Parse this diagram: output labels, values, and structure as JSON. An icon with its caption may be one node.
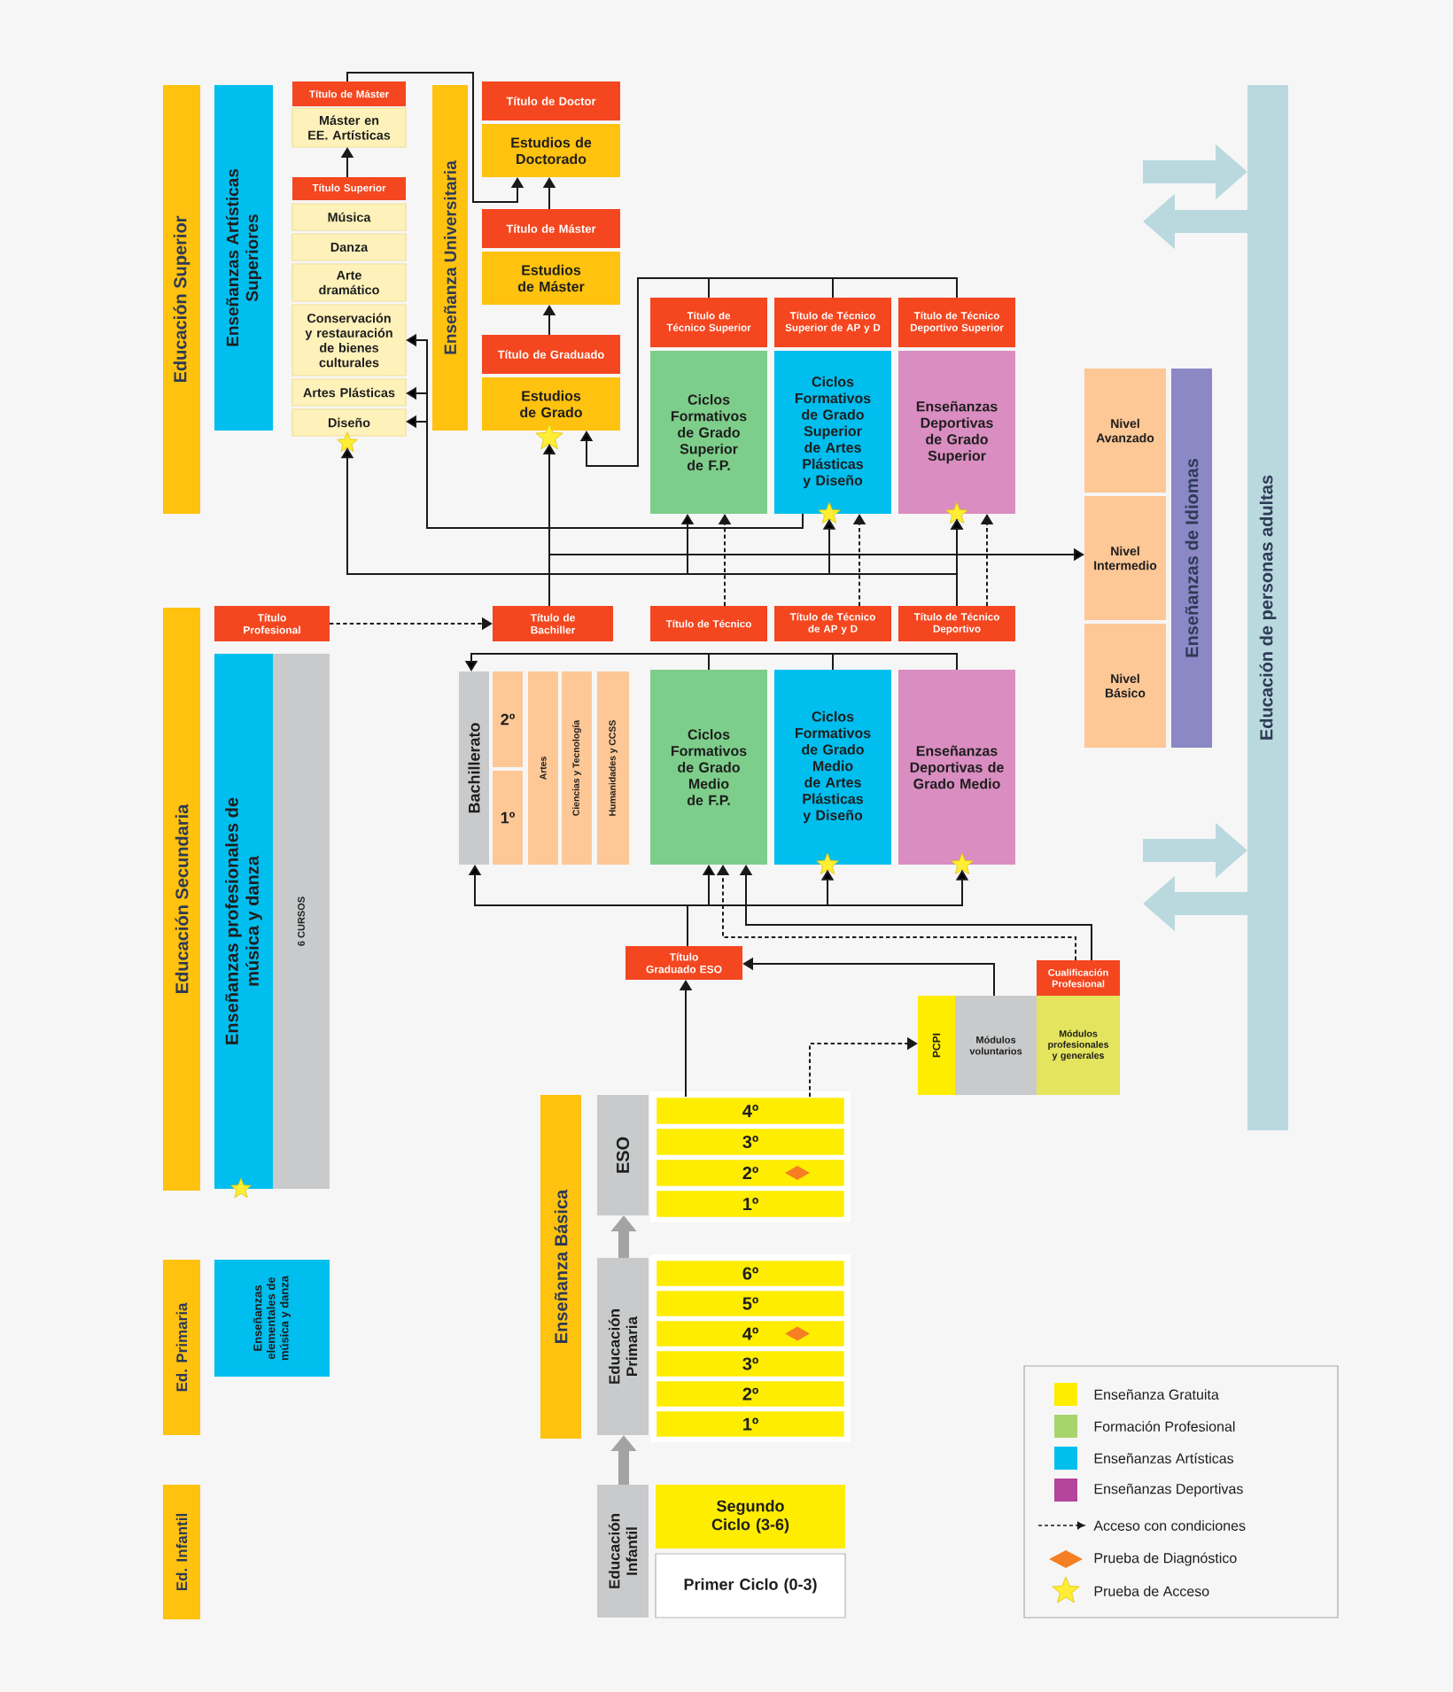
{
  "diagram": {
    "nodes": [
      {
        "text": [
          "Educación Superior"
        ]
      },
      {
        "text": [
          "Enseñanzas Artísticas Superiores"
        ]
      },
      {
        "text": [
          "Título de Máster"
        ]
      },
      {
        "text": [
          "Máster en EE. Artísticas"
        ]
      },
      {
        "text": [
          "Título Superior"
        ]
      },
      {
        "text": [
          "Música"
        ]
      },
      {
        "text": [
          "Danza"
        ]
      },
      {
        "text": [
          "Arte dramático"
        ]
      },
      {
        "text": [
          "Conservación y restauración de bienes culturales"
        ]
      },
      {
        "text": [
          "Artes Plásticas"
        ]
      },
      {
        "text": [
          "Diseño"
        ]
      },
      {
        "text": [],
        "shape": "star"
      },
      {
        "text": [
          "Enseñanza Universitaria"
        ]
      },
      {
        "text": [
          "Título de Doctor"
        ]
      },
      {
        "text": [
          "Estudios de Doctorado"
        ]
      },
      {
        "text": [
          "Título de Máster"
        ]
      },
      {
        "text": [
          "Estudios de Máster"
        ]
      },
      {
        "text": [
          "Título de Graduado"
        ]
      },
      {
        "text": [
          "Estudios de Grado"
        ]
      },
      {
        "text": [],
        "shape": "star"
      },
      {
        "text": [
          "Título de Técnico Superior"
        ]
      },
      {
        "text": [
          "Título de Técnico Superior de AP y D"
        ]
      },
      {
        "text": [
          "Título de Técnico Deportivo Superior"
        ]
      },
      {
        "text": [
          "Ciclos Formativos de Grado Superior de F.P."
        ]
      },
      {
        "text": [
          "Ciclos Formativos de Grado Superior de Artes Plásticas y Diseño"
        ]
      },
      {
        "text": [],
        "shape": "star"
      },
      {
        "text": [
          "Enseñanzas Deportivas de Grado Superior"
        ]
      },
      {
        "text": [],
        "shape": "star"
      },
      {
        "text": [
          "Nivel Avanzado"
        ]
      },
      {
        "text": [
          "Nivel Intermedio"
        ]
      },
      {
        "text": [
          "Nivel Básico"
        ]
      },
      {
        "text": [
          "Enseñanzas de Idiomas"
        ]
      },
      {
        "text": [
          "Educación de personas adultas"
        ]
      },
      {
        "text": [
          "Educación Secundaria"
        ]
      },
      {
        "text": [
          "Título Profesional"
        ]
      },
      {
        "text": [
          "Enseñanzas profesionales de música y danza"
        ]
      },
      {
        "text": [],
        "shape": "star"
      },
      {
        "text": [
          "6 CURSOS"
        ]
      },
      {
        "text": [
          "Título de Bachiller"
        ]
      },
      {
        "text": [
          "Título de Técnico"
        ]
      },
      {
        "text": [
          "Título de Técnico de AP y D"
        ]
      },
      {
        "text": [
          "Título de Técnico Deportivo"
        ]
      },
      {
        "text": [
          "Bachillerato"
        ]
      },
      {
        "text": [
          "2º"
        ]
      },
      {
        "text": [
          "1º"
        ]
      },
      {
        "text": [
          "Artes"
        ]
      },
      {
        "text": [
          "Ciencias y Tecnología"
        ]
      },
      {
        "text": [
          "Humanidades y CCSS"
        ]
      },
      {
        "text": [
          "Ciclos Formativos de Grado Medio de F.P."
        ]
      },
      {
        "text": [
          "Ciclos Formativos de Grado Medio de Artes Plásticas y Diseño"
        ]
      },
      {
        "text": [],
        "shape": "star"
      },
      {
        "text": [
          "Enseñanzas Deportivas de Grado Medio"
        ]
      },
      {
        "text": [],
        "shape": "star"
      },
      {
        "text": [
          "Título Graduado ESO"
        ]
      },
      {
        "text": [
          "Cualificación Profesional"
        ]
      },
      {
        "text": [
          "PCPI"
        ]
      },
      {
        "text": [
          "Módulos voluntarios"
        ]
      },
      {
        "text": [
          "Módulos profesionales y generales"
        ]
      },
      {
        "text": [
          "Enseñanza Básica"
        ]
      },
      {
        "text": [
          "ESO"
        ]
      },
      {
        "text": [
          "4º"
        ]
      },
      {
        "text": [
          "3º"
        ]
      },
      {
        "text": [
          "2º"
        ]
      },
      {
        "text": [
          "1º"
        ]
      },
      {
        "text": [
          "Ed. Primaria"
        ]
      },
      {
        "text": [
          "Enseñanzas elementales de música y danza"
        ]
      },
      {
        "text": [
          "Educación Primaria"
        ]
      },
      {
        "text": [
          "6º"
        ]
      },
      {
        "text": [
          "5º"
        ]
      },
      {
        "text": [
          "4º"
        ]
      },
      {
        "text": [
          "3º"
        ]
      },
      {
        "text": [
          "2º"
        ]
      },
      {
        "text": [
          "1º"
        ]
      },
      {
        "text": [
          "Ed. Infantil"
        ]
      },
      {
        "text": [
          "Educación Infantil"
        ]
      },
      {
        "text": [
          "Segundo Ciclo (3-6)"
        ]
      },
      {
        "text": [
          "Primer Ciclo (0-3)"
        ]
      }
    ],
    "edges": [
      {
        "from": 4,
        "to": 3,
        "arrow": "to"
      },
      {
        "from": 2,
        "to": 14,
        "arrow": "to"
      },
      {
        "from": 15,
        "to": 14,
        "arrow": "to"
      },
      {
        "from": 17,
        "to": 16,
        "arrow": "to"
      },
      {
        "from": 20,
        "to": 18,
        "arrow": "to"
      },
      {
        "from": 21,
        "to": 18,
        "arrow": "to"
      },
      {
        "from": 22,
        "to": 18,
        "arrow": "to"
      },
      {
        "from": 24,
        "to": 8,
        "arrow": "to"
      },
      {
        "from": 24,
        "to": 9,
        "arrow": "to"
      },
      {
        "from": 24,
        "to": 10,
        "arrow": "to"
      },
      {
        "from": 38,
        "to": 19,
        "arrow": "to"
      },
      {
        "from": 38,
        "to": 11,
        "arrow": "to"
      },
      {
        "from": 38,
        "to": 23,
        "arrow": "to"
      },
      {
        "from": 38,
        "to": 25,
        "arrow": "to"
      },
      {
        "from": 38,
        "to": 27,
        "arrow": "to"
      },
      {
        "from": 38,
        "to": 29,
        "arrow": "to"
      },
      {
        "from": 39,
        "to": 23,
        "arrow": "to",
        "style": "dashed"
      },
      {
        "from": 40,
        "to": 24,
        "arrow": "to",
        "style": "dashed"
      },
      {
        "from": 41,
        "to": 26,
        "arrow": "to",
        "style": "dashed"
      },
      {
        "from": 41,
        "to": 27,
        "arrow": "to"
      },
      {
        "from": 34,
        "to": 38,
        "arrow": "to",
        "style": "dashed"
      },
      {
        "from": 48,
        "to": 42,
        "arrow": "to"
      },
      {
        "from": 49,
        "to": 42,
        "arrow": "to"
      },
      {
        "from": 51,
        "to": 42,
        "arrow": "to"
      },
      {
        "from": 53,
        "to": 42,
        "arrow": "to"
      },
      {
        "from": 53,
        "to": 48,
        "arrow": "to"
      },
      {
        "from": 53,
        "to": 50,
        "arrow": "to"
      },
      {
        "from": 53,
        "to": 52,
        "arrow": "to"
      },
      {
        "from": 54,
        "to": 48,
        "arrow": "to",
        "style": "dashed"
      },
      {
        "from": 54,
        "to": 48,
        "arrow": "to"
      },
      {
        "from": 56,
        "to": 53,
        "arrow": "to"
      },
      {
        "from": 60,
        "to": 55,
        "arrow": "to",
        "style": "dashed"
      },
      {
        "from": 60,
        "to": 53,
        "arrow": "to"
      },
      {
        "from": 66,
        "to": 59,
        "arrow": "to",
        "style": "thick",
        "color": "#a3a3a3"
      },
      {
        "from": 74,
        "to": 66,
        "arrow": "to",
        "style": "thick",
        "color": "#a3a3a3"
      },
      {
        "from": null,
        "to": 32,
        "arrow": "to",
        "style": "thick",
        "color": "#bad9df"
      },
      {
        "from": 32,
        "to": null,
        "arrow": "to",
        "style": "thick",
        "color": "#bad9df"
      },
      {
        "from": null,
        "to": 32,
        "arrow": "to",
        "style": "thick",
        "color": "#bad9df"
      },
      {
        "from": 32,
        "to": null,
        "arrow": "to",
        "style": "thick",
        "color": "#bad9df"
      }
    ],
    "legend": [
      {
        "text": "Enseñanza Gratuita",
        "color": "#ffed00"
      },
      {
        "text": "Formación Profesional",
        "color": "#a8d46c"
      },
      {
        "text": "Enseñanzas Artísticas",
        "color": "#00bfee"
      },
      {
        "text": "Enseñanzas Deportivas",
        "color": "#b4449c"
      },
      {
        "text": "Acceso con condiciones"
      },
      {
        "text": "Prueba de Diagnóstico"
      },
      {
        "text": "Prueba de Acceso"
      }
    ]
  }
}
